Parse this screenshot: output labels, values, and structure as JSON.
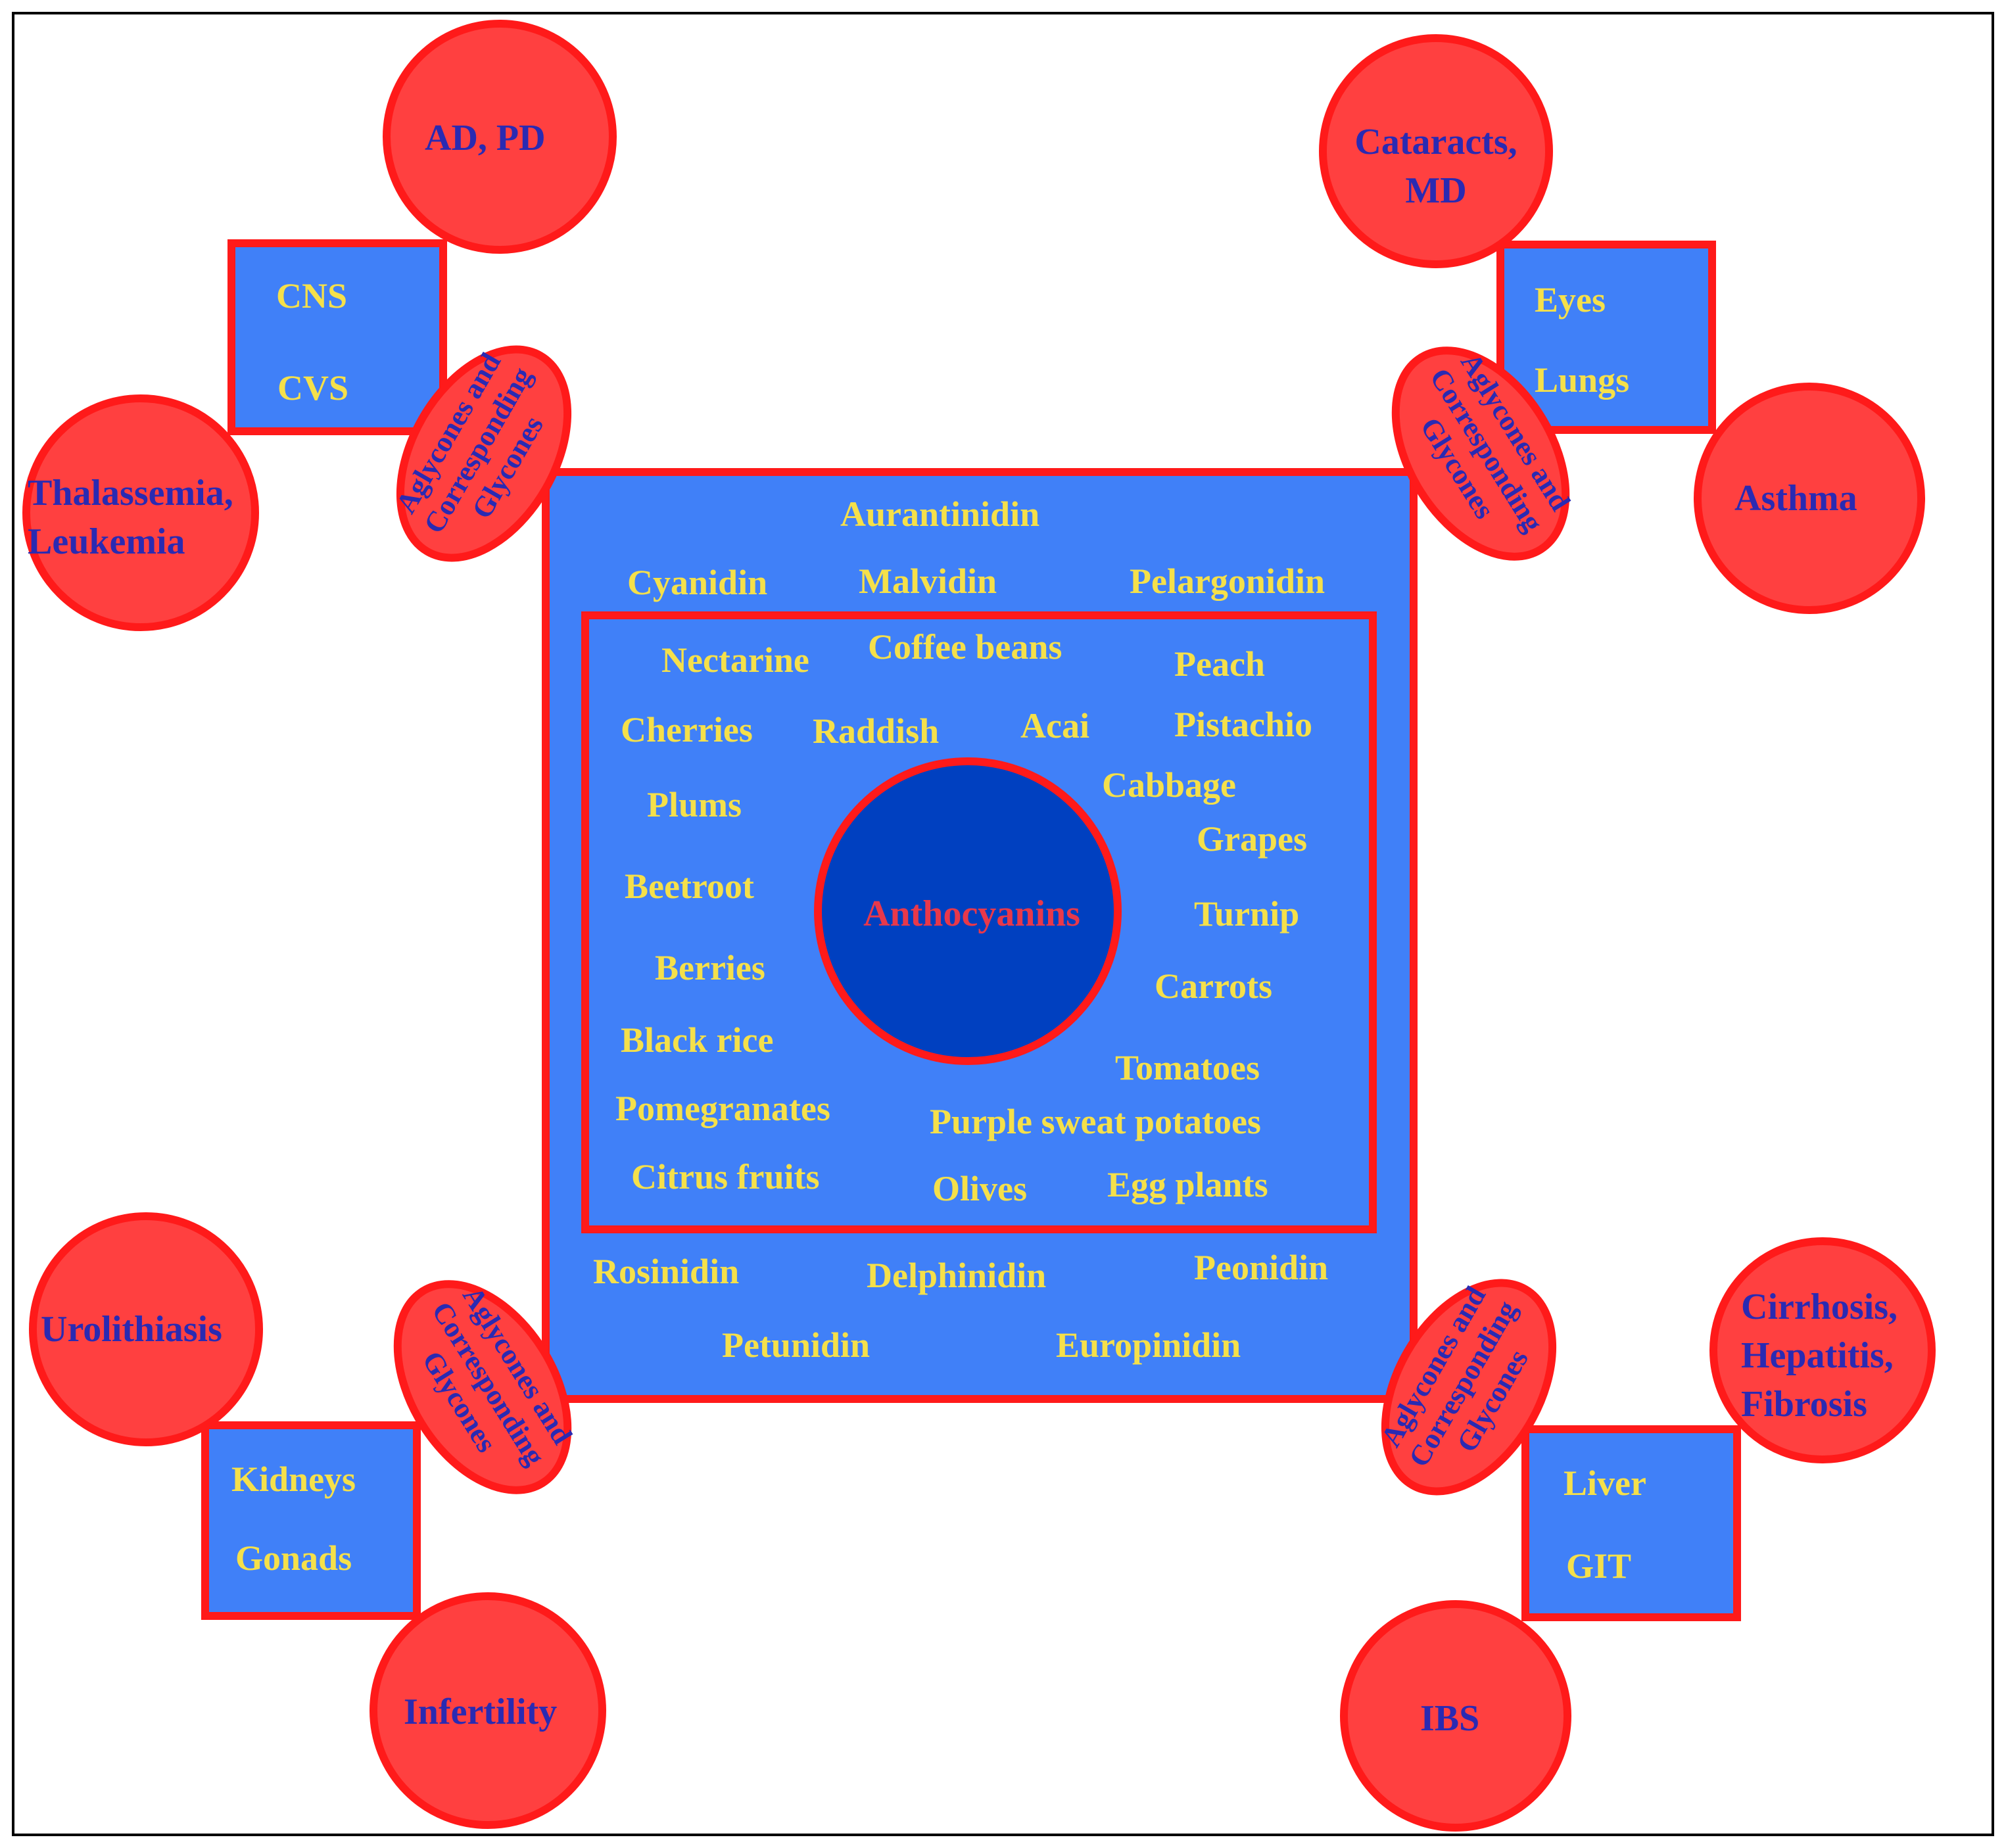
{
  "center": "Anthocyanins",
  "aglycones": [
    "Aurantinidin",
    "Cyanidin",
    "Malvidin",
    "Pelargonidin",
    "Rosinidin",
    "Delphinidin",
    "Peonidin",
    "Petunidin",
    "Europinidin"
  ],
  "foods": [
    "Nectarine",
    "Coffee beans",
    "Peach",
    "Cherries",
    "Raddish",
    "Acai",
    "Pistachio",
    "Plums",
    "Cabbage",
    "Grapes",
    "Beetroot",
    "Turnip",
    "Berries",
    "Carrots",
    "Black rice",
    "Tomatoes",
    "Pomegranates",
    "Purple sweat potatoes",
    "Citrus fruits",
    "Olives",
    "Egg plants"
  ],
  "ellipse_text": [
    "Aglycones and",
    "Corresponding",
    "Glycones"
  ],
  "organs": {
    "top_left": [
      "CNS",
      "CVS"
    ],
    "top_right": [
      "Eyes",
      "Lungs"
    ],
    "bottom_left": [
      "Kidneys",
      "Gonads"
    ],
    "bottom_right": [
      "Liver",
      "GIT"
    ]
  },
  "diseases": {
    "ad_pd": [
      "AD, PD"
    ],
    "thalassemia": [
      "Thalassemia,",
      "Leukemia"
    ],
    "cataracts": [
      "Cataracts,",
      "MD"
    ],
    "asthma": [
      "Asthma"
    ],
    "urolithiasis": [
      "Urolithiasis"
    ],
    "infertility": [
      "Infertility"
    ],
    "cirrhosis": [
      "Cirrhosis,",
      "Hepatitis,",
      "Fibrosis"
    ],
    "ibs": [
      "IBS"
    ]
  },
  "colors": {
    "box_fill": "#4080f8",
    "border_red": "#ff1a1a",
    "disease_fill": "#ff4040",
    "center_fill": "#0040c0",
    "text_yellow": "#f5e04a",
    "text_blue": "#2a2ab2",
    "center_text": "#e8384a"
  }
}
